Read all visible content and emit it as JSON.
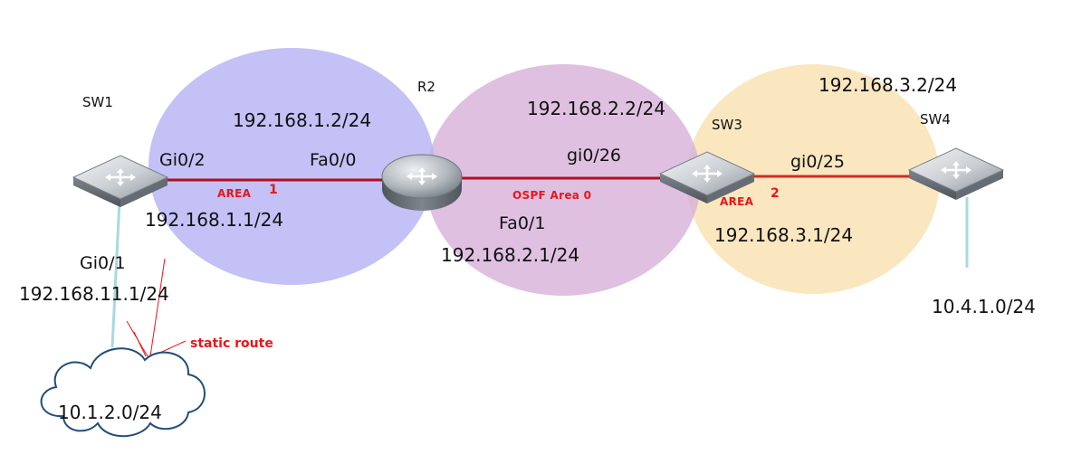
{
  "devices": {
    "sw1": "SW1",
    "r2": "R2",
    "sw3": "SW3",
    "sw4": "SW4"
  },
  "ports": {
    "sw1_gi0_2": "Gi0/2",
    "r2_fa0_0": "Fa0/0",
    "sw3_gi0_26": "gi0/26",
    "r2_fa0_1": "Fa0/1",
    "sw3_gi0_25": "gi0/25",
    "sw1_gi0_1": "Gi0/1"
  },
  "addresses": {
    "r2_fa0_0_ip": "192.168.1.2/24",
    "sw1_gi0_2_ip": "192.168.1.1/24",
    "sw3_gi0_26_ip": "192.168.2.2/24",
    "r2_fa0_1_ip": "192.168.2.1/24",
    "sw4_ip": "192.168.3.2/24",
    "sw3_gi0_25_ip": "192.168.3.1/24",
    "sw1_gi0_1_ip": "192.168.11.1/24",
    "sw4_network": "10.4.1.0/24",
    "cloud_network": "10.1.2.0/24"
  },
  "areas": {
    "area1_text": "AREA",
    "area1_num": "1",
    "area0_text": "OSPF Area 0",
    "area2_text": "AREA",
    "area2_num": "2"
  },
  "static_route": "static route",
  "colors": {
    "area1": "#b4b2f2",
    "area0": "#d6aed9",
    "area2": "#f9e0ae",
    "link": "#b00f1f",
    "annotation": "#e8161b",
    "access_line": "#a9d9df"
  },
  "icons": {
    "sw1": "layer3-switch-icon",
    "r2": "router-icon",
    "sw3": "layer3-switch-icon",
    "sw4": "layer3-switch-icon",
    "cloud": "cloud-icon"
  }
}
